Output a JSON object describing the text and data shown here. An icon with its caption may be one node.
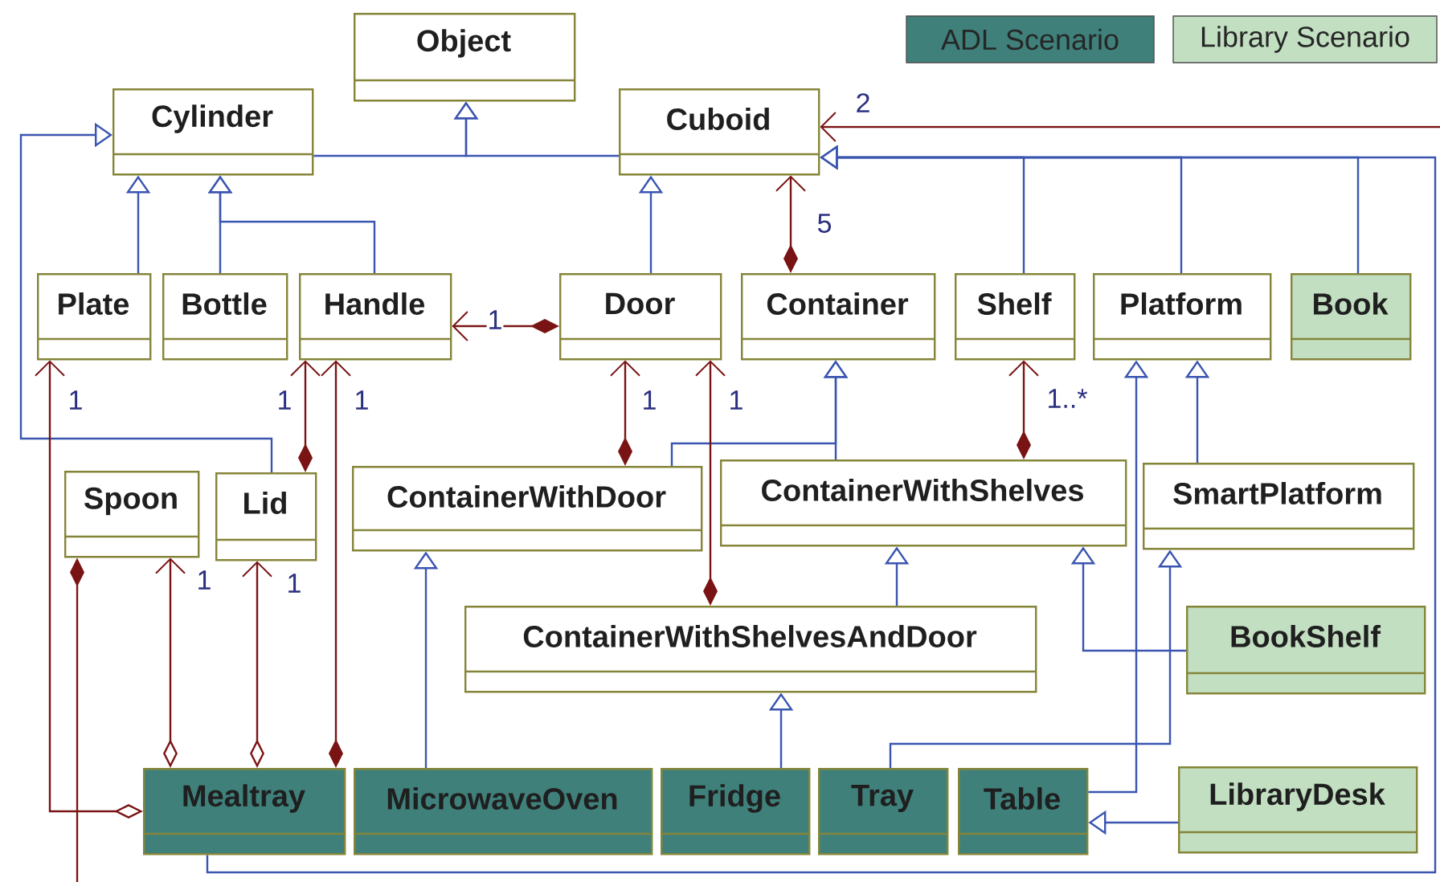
{
  "diagram": {
    "nodes": [
      {
        "text": [
          "Object"
        ]
      },
      {
        "text": [
          "Cylinder"
        ]
      },
      {
        "text": [
          "Cuboid"
        ]
      },
      {
        "text": [
          "Plate"
        ]
      },
      {
        "text": [
          "Bottle"
        ]
      },
      {
        "text": [
          "Handle"
        ]
      },
      {
        "text": [
          "Door"
        ]
      },
      {
        "text": [
          "Container"
        ]
      },
      {
        "text": [
          "Shelf"
        ]
      },
      {
        "text": [
          "Platform"
        ]
      },
      {
        "text": [
          "Book"
        ]
      },
      {
        "text": [
          "Spoon"
        ]
      },
      {
        "text": [
          "Lid"
        ]
      },
      {
        "text": [
          "ContainerWithDoor"
        ]
      },
      {
        "text": [
          "ContainerWithShelves"
        ]
      },
      {
        "text": [
          "SmartPlatform"
        ]
      },
      {
        "text": [
          "ContainerWithShelvesAndDoor"
        ]
      },
      {
        "text": [
          "BookShelf"
        ]
      },
      {
        "text": [
          "Mealtray"
        ]
      },
      {
        "text": [
          "MicrowaveOven"
        ]
      },
      {
        "text": [
          "Fridge"
        ]
      },
      {
        "text": [
          "Tray"
        ]
      },
      {
        "text": [
          "Table"
        ]
      },
      {
        "text": [
          "LibraryDesk"
        ]
      }
    ],
    "edges": [
      {
        "from": 1,
        "to": 0,
        "arrow": "to",
        "color": "#3a55b0"
      },
      {
        "from": 2,
        "to": 0,
        "arrow": "to",
        "color": "#3a55b0"
      },
      {
        "from": 3,
        "to": 1,
        "arrow": "to",
        "color": "#3a55b0"
      },
      {
        "from": 4,
        "to": 1,
        "arrow": "to",
        "color": "#3a55b0"
      },
      {
        "from": 5,
        "to": 1,
        "arrow": "to",
        "color": "#3a55b0"
      },
      {
        "from": 12,
        "to": 1,
        "arrow": "to",
        "color": "#3a55b0"
      },
      {
        "from": 6,
        "to": 2,
        "arrow": "to",
        "color": "#3a55b0"
      },
      {
        "from": 8,
        "to": 2,
        "arrow": "to",
        "color": "#3a55b0"
      },
      {
        "from": 9,
        "to": 2,
        "arrow": "to",
        "color": "#3a55b0"
      },
      {
        "from": 10,
        "to": 2,
        "arrow": "to",
        "color": "#3a55b0"
      },
      {
        "from": 18,
        "to": 2,
        "arrow": "to",
        "color": "#3a55b0"
      },
      {
        "from": 13,
        "to": 7,
        "arrow": "to",
        "color": "#3a55b0"
      },
      {
        "from": 14,
        "to": 7,
        "arrow": "to",
        "color": "#3a55b0"
      },
      {
        "from": 16,
        "to": 14,
        "arrow": "to",
        "color": "#3a55b0"
      },
      {
        "from": 19,
        "to": 13,
        "arrow": "to",
        "color": "#3a55b0"
      },
      {
        "from": 20,
        "to": 16,
        "arrow": "to",
        "color": "#3a55b0"
      },
      {
        "from": 17,
        "to": 14,
        "arrow": "to",
        "color": "#3a55b0"
      },
      {
        "from": 15,
        "to": 9,
        "arrow": "to",
        "color": "#3a55b0"
      },
      {
        "from": 21,
        "to": 15,
        "arrow": "to",
        "color": "#3a55b0"
      },
      {
        "from": 22,
        "to": 9,
        "arrow": "to",
        "color": "#3a55b0"
      },
      {
        "from": 23,
        "to": 22,
        "arrow": "to",
        "color": "#3a55b0"
      },
      {
        "from": 6,
        "to": 5,
        "arrow": "to",
        "label": "1",
        "color": "#7a1414"
      },
      {
        "from": 7,
        "to": 2,
        "arrow": "to",
        "label": "5",
        "color": "#7a1414"
      },
      {
        "from": null,
        "to": 2,
        "arrow": "to",
        "label": "2",
        "color": "#7a1414"
      },
      {
        "from": 13,
        "to": 6,
        "arrow": "to",
        "label": "1",
        "color": "#7a1414"
      },
      {
        "from": 16,
        "to": 6,
        "arrow": "to",
        "label": "1",
        "color": "#7a1414"
      },
      {
        "from": 14,
        "to": 8,
        "arrow": "to",
        "label": "1..*",
        "color": "#7a1414"
      },
      {
        "from": 12,
        "to": 5,
        "arrow": "to",
        "label": "1",
        "color": "#7a1414"
      },
      {
        "from": 18,
        "to": 5,
        "arrow": "to",
        "label": "1",
        "color": "#7a1414"
      },
      {
        "from": 18,
        "to": 3,
        "arrow": "to",
        "label": "1",
        "color": "#7a1414"
      },
      {
        "from": 18,
        "to": 11,
        "arrow": "to",
        "label": "1",
        "color": "#7a1414"
      },
      {
        "from": 18,
        "to": 12,
        "arrow": "to",
        "label": "1",
        "color": "#7a1414"
      },
      {
        "from": 11,
        "to": null,
        "arrow": "other",
        "color": "#7a1414"
      }
    ],
    "legend": [
      {
        "text": "ADL Scenario",
        "color": "#3f807b"
      },
      {
        "text": "Library Scenario",
        "color": "#c2dfc2"
      }
    ]
  }
}
